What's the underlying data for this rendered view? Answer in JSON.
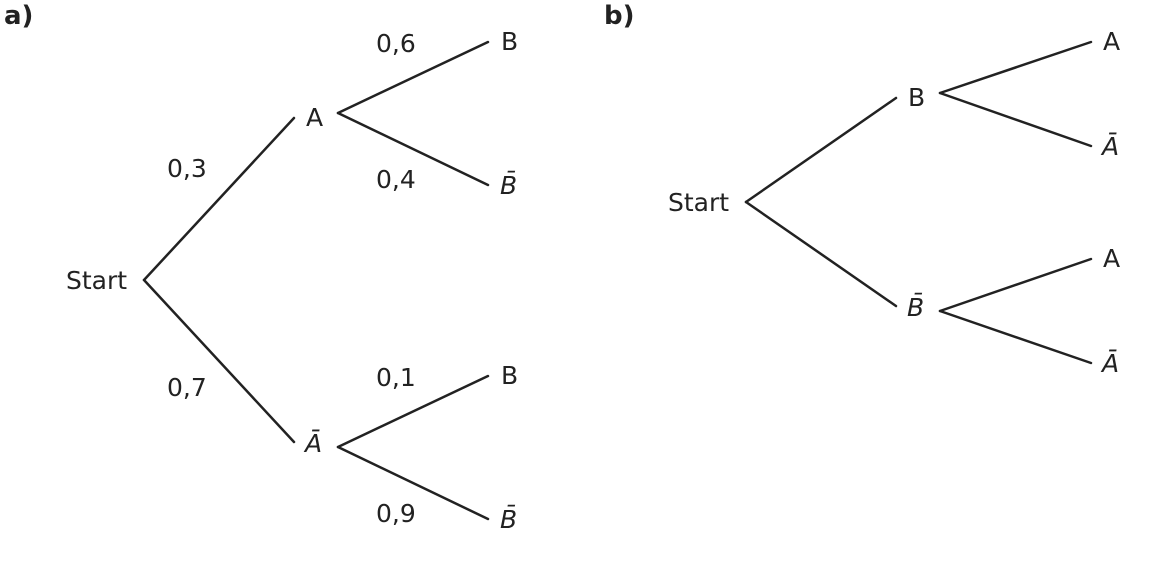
{
  "panel_a": {
    "label": "a)",
    "root": "Start",
    "level1": [
      {
        "node": "A",
        "prob": "0,3",
        "children": [
          {
            "node": "B",
            "prob": "0,6"
          },
          {
            "node": "B̄",
            "prob": "0,4"
          }
        ]
      },
      {
        "node": "Ā",
        "prob": "0,7",
        "children": [
          {
            "node": "B",
            "prob": "0,1"
          },
          {
            "node": "B̄",
            "prob": "0,9"
          }
        ]
      }
    ]
  },
  "panel_b": {
    "label": "b)",
    "root": "Start",
    "level1": [
      {
        "node": "B",
        "children": [
          {
            "node": "A"
          },
          {
            "node": "Ā"
          }
        ]
      },
      {
        "node": "B̄",
        "children": [
          {
            "node": "A"
          },
          {
            "node": "Ā"
          }
        ]
      }
    ]
  }
}
